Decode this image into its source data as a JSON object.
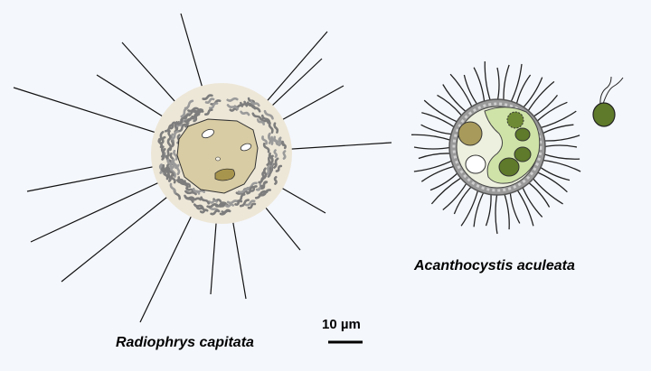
{
  "organisms": {
    "radiophrys": {
      "name": "Radiophrys capitata",
      "colors": {
        "cytoplasm": "#d8cca4",
        "halo": "#ede7d8",
        "scales": "#8a8a8a",
        "spines": "#111111",
        "inclusion": "#a8954d"
      }
    },
    "acanthocystis": {
      "name": "Acanthocystis aculeata",
      "colors": {
        "cytoplasm": "#eef0df",
        "green_area": "#cfe3a8",
        "nucleus": "#a89a5a",
        "symbiont": "#5e7a2a",
        "vacuole": "#ffffff",
        "spines": "#222222"
      }
    },
    "free_cell": {
      "colors": {
        "fill": "#5e7a2a"
      }
    }
  },
  "scale_bar": {
    "label": "10 µm"
  },
  "colors": {
    "background": "#f4f7fc"
  }
}
